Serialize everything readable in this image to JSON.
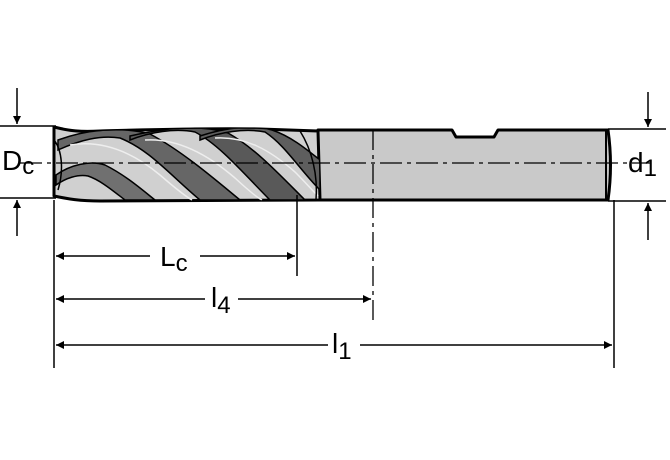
{
  "diagram": {
    "labels": {
      "cutting_diameter": {
        "main": "D",
        "sub": "c"
      },
      "shank_diameter": {
        "main": "d",
        "sub": "1"
      },
      "flute_length": {
        "main": "L",
        "sub": "c"
      },
      "neck_length": {
        "main": "l",
        "sub": "4"
      },
      "overall_length": {
        "main": "l",
        "sub": "1"
      }
    },
    "colors": {
      "line": "#000000",
      "shank_fill": "#c9c9c9",
      "flute_fill": "#d0d0d0",
      "flute_dark": "#5a5a5a",
      "background": "#ffffff"
    }
  }
}
